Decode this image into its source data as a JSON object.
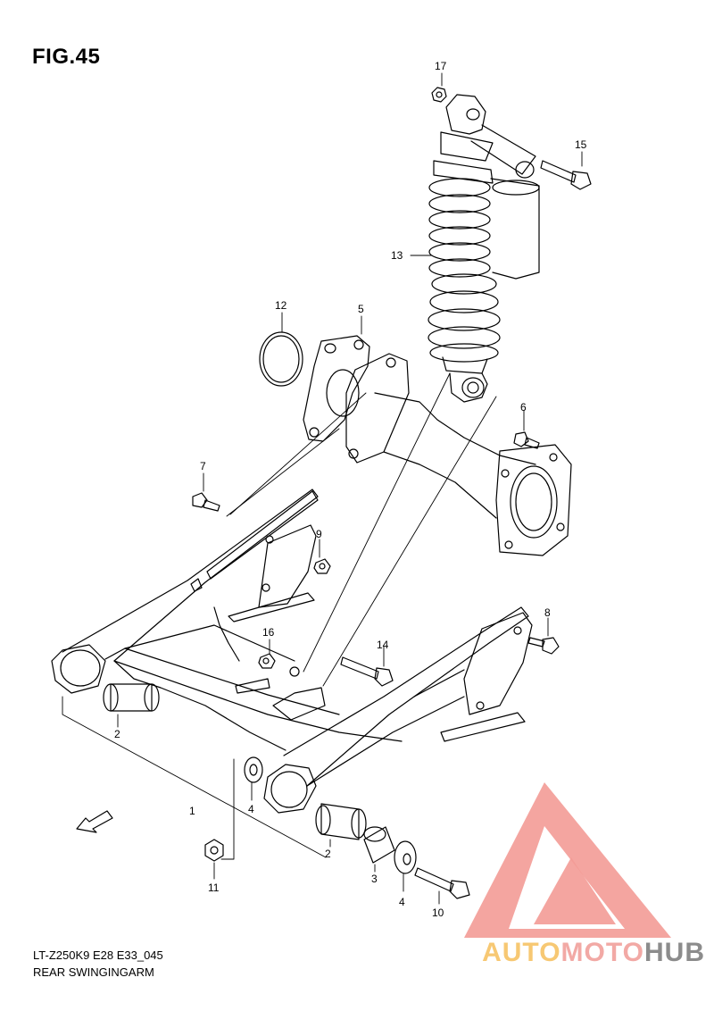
{
  "figure": {
    "title": "FIG.45"
  },
  "footer": {
    "model_code": "LT-Z250K9 E28 E33_045",
    "description": "REAR SWINGINGARM"
  },
  "watermark": {
    "part1": "AUTO",
    "part2": "MOTO",
    "part3": "HUB"
  },
  "callouts": [
    "1",
    "2",
    "2",
    "3",
    "4",
    "4",
    "5",
    "6",
    "7",
    "8",
    "9",
    "10",
    "11",
    "12",
    "13",
    "14",
    "15",
    "16",
    "17"
  ],
  "colors": {
    "line": "#000000",
    "logo_pink": "#f39b96",
    "logo_orange": "#f7c873",
    "logo_gray": "#8c8c8c"
  }
}
